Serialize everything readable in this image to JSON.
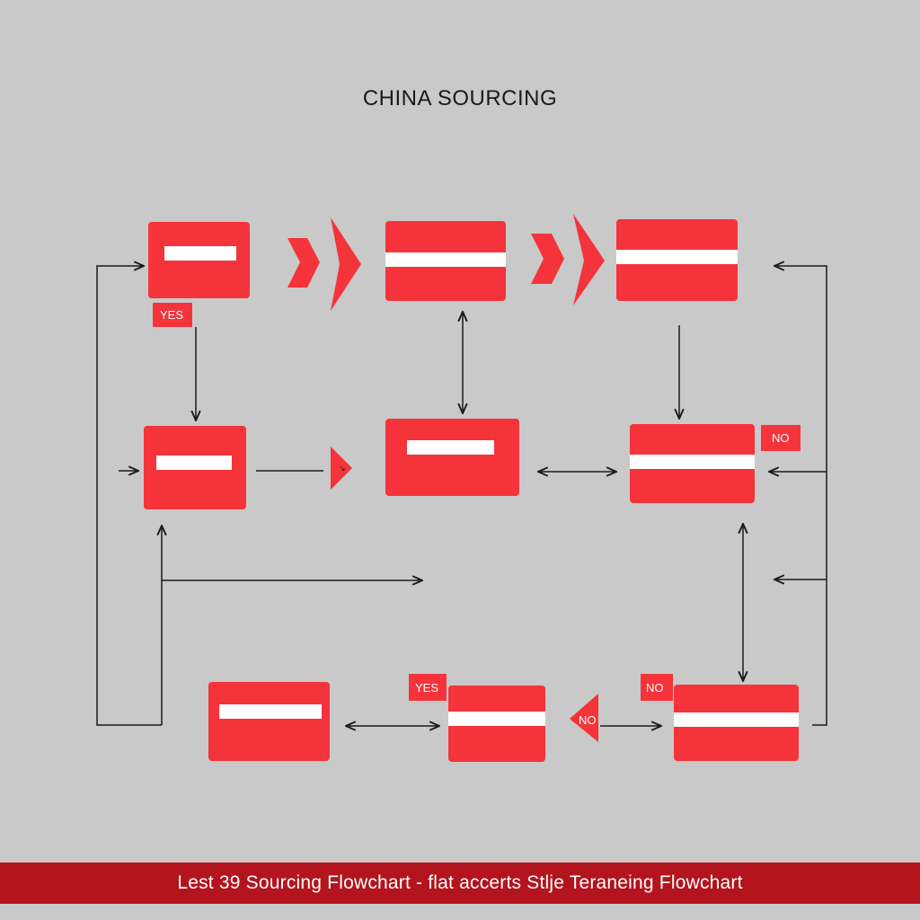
{
  "title": "CHINA SOURCING",
  "footer": "Lest 39 Sourcing Flowchart - flat accerts Stlje Teraneing Flowchart",
  "labels": {
    "yes_top": "YES",
    "yes_bottom": "YES",
    "no_right": "NO",
    "no_bottom": "NO",
    "no_triangle": "NO"
  },
  "colors": {
    "background": "#c9c9c9",
    "box": "#f5333b",
    "bar": "#ffffff",
    "footer": "#b3141e",
    "line": "#1a1a1a"
  }
}
